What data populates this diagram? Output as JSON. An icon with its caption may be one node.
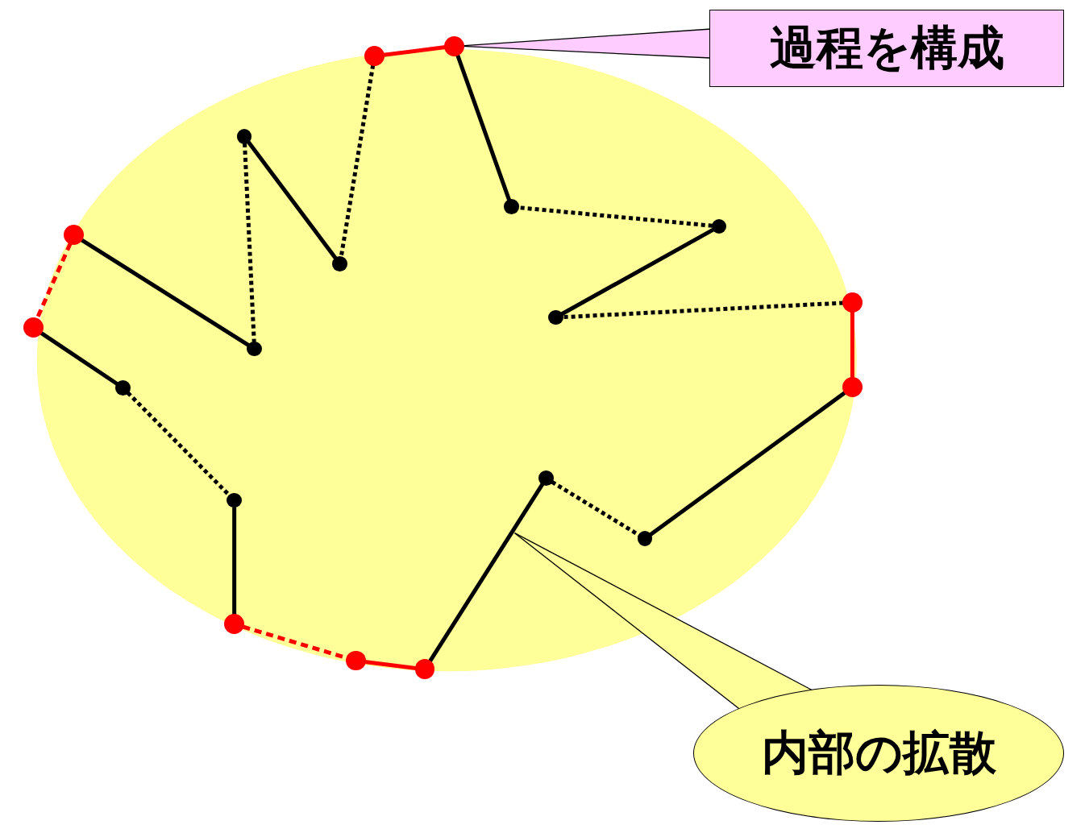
{
  "diagram": {
    "nodes": [
      {
        "text": [
          "過程を構成"
        ]
      },
      {
        "text": [],
        "shape": "circle"
      },
      {
        "text": [],
        "shape": "circle"
      },
      {
        "text": [],
        "shape": "circle"
      },
      {
        "text": [],
        "shape": "circle"
      },
      {
        "text": [],
        "shape": "circle"
      },
      {
        "text": [],
        "shape": "circle"
      },
      {
        "text": [],
        "shape": "circle"
      },
      {
        "text": [],
        "shape": "circle"
      },
      {
        "text": [],
        "shape": "circle"
      },
      {
        "text": [],
        "shape": "circle"
      },
      {
        "text": [],
        "shape": "circle"
      },
      {
        "text": [],
        "shape": "circle"
      },
      {
        "text": [],
        "shape": "circle"
      },
      {
        "text": [],
        "shape": "circle"
      },
      {
        "text": [],
        "shape": "circle"
      },
      {
        "text": [],
        "shape": "circle"
      },
      {
        "text": [],
        "shape": "circle"
      },
      {
        "text": [],
        "shape": "circle"
      },
      {
        "text": [],
        "shape": "circle"
      },
      {
        "text": [
          "内部の拡散"
        ]
      }
    ],
    "edges": [
      {
        "from": 2,
        "to": 1,
        "arrow": "none",
        "color": "#ff0000"
      },
      {
        "from": 2,
        "to": 7,
        "arrow": "none",
        "style": "dashed"
      },
      {
        "from": 7,
        "to": 3,
        "arrow": "none"
      },
      {
        "from": 3,
        "to": 11,
        "arrow": "none",
        "style": "dashed"
      },
      {
        "from": 11,
        "to": 6,
        "arrow": "none"
      },
      {
        "from": 6,
        "to": 10,
        "arrow": "none",
        "style": "dashed",
        "color": "#ff0000"
      },
      {
        "from": 10,
        "to": 13,
        "arrow": "none"
      },
      {
        "from": 13,
        "to": 15,
        "arrow": "none",
        "style": "dashed"
      },
      {
        "from": 15,
        "to": 17,
        "arrow": "none"
      },
      {
        "from": 17,
        "to": 18,
        "arrow": "none",
        "style": "dashed",
        "color": "#ff0000"
      },
      {
        "from": 18,
        "to": 19,
        "arrow": "none",
        "color": "#ff0000"
      },
      {
        "from": 19,
        "to": 14,
        "arrow": "none"
      },
      {
        "from": 14,
        "to": 16,
        "arrow": "none",
        "style": "dashed"
      },
      {
        "from": 16,
        "to": 12,
        "arrow": "none"
      },
      {
        "from": 12,
        "to": 8,
        "arrow": "none",
        "color": "#ff0000"
      },
      {
        "from": 8,
        "to": 9,
        "arrow": "none",
        "style": "dashed"
      },
      {
        "from": 9,
        "to": 5,
        "arrow": "none"
      },
      {
        "from": 5,
        "to": 4,
        "arrow": "none",
        "style": "dashed"
      },
      {
        "from": 4,
        "to": 1,
        "arrow": "none"
      },
      {
        "from": 0,
        "to": 1,
        "arrow": "none"
      },
      {
        "from": 20,
        "to": null,
        "arrow": "none"
      }
    ]
  }
}
